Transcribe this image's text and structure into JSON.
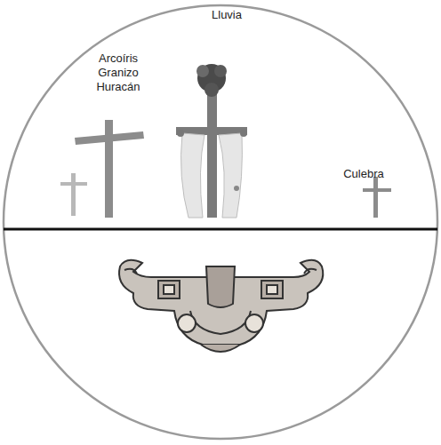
{
  "diagram": {
    "labels": [
      "Arcoíris Granizo Huracán",
      "Lluvia",
      "Culebra"
    ]
  }
}
